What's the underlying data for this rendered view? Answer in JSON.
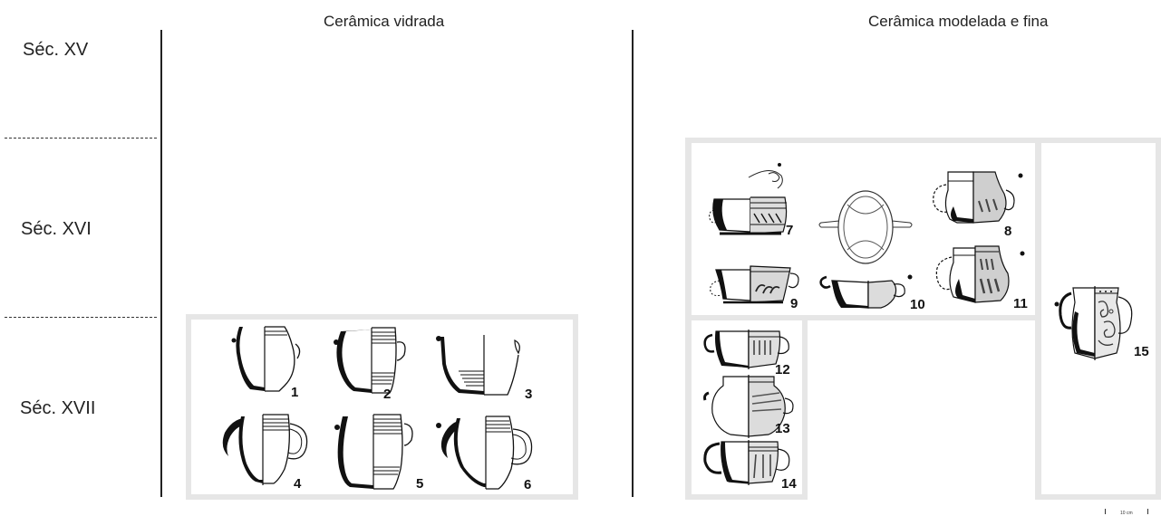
{
  "columns": {
    "glazed": "Cerâmica vidrada",
    "modelled": "Cerâmica modelada e fina"
  },
  "periods": [
    "Séc. XV",
    "Séc. XVI",
    "Séc. XVII"
  ],
  "figures": {
    "glazed": [
      "1",
      "2",
      "3",
      "4",
      "5",
      "6"
    ],
    "modelled": [
      "7",
      "8",
      "9",
      "10",
      "11",
      "12",
      "13",
      "14",
      "15"
    ]
  },
  "scale_label": "10 cm"
}
